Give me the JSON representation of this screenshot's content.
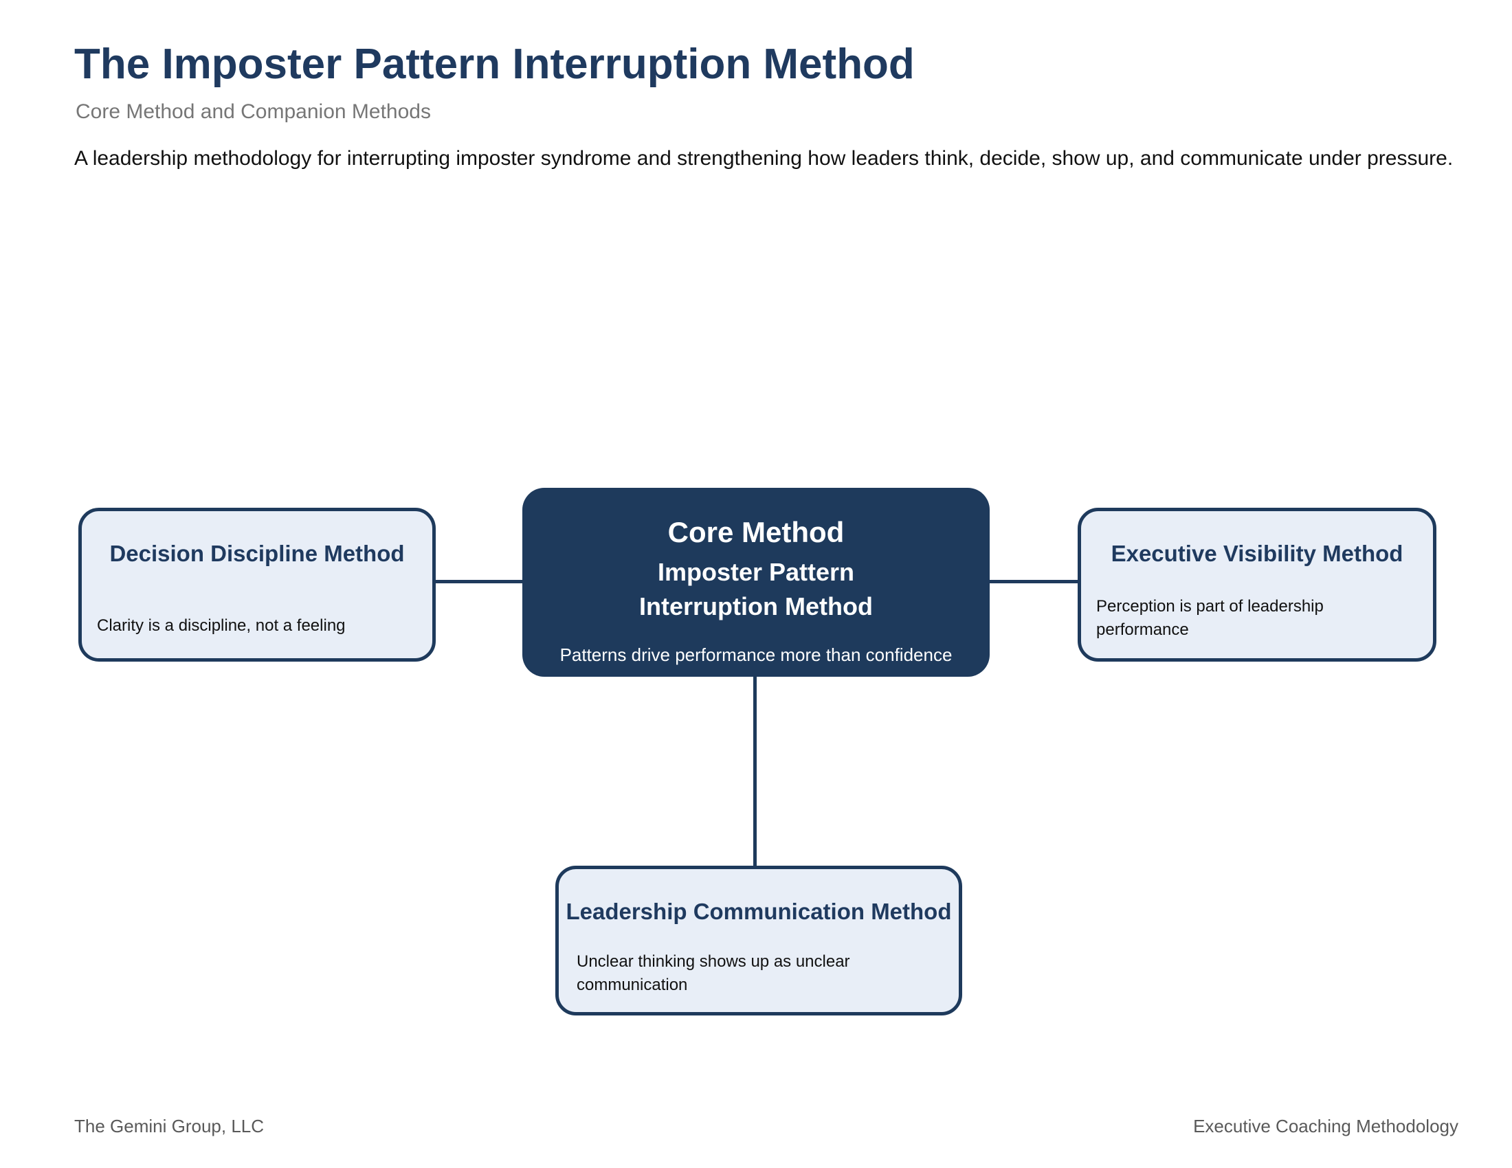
{
  "page": {
    "title": "The Imposter Pattern Interruption Method",
    "subtitle": "Core Method and Companion Methods",
    "description": "A leadership methodology for interrupting imposter syndrome and strengthening how leaders think, decide, show up, and communicate under pressure.",
    "footer_left": "The Gemini Group, LLC",
    "footer_right": "Executive Coaching Methodology"
  },
  "diagram": {
    "core": {
      "label": "Core Method",
      "name_line1": "Imposter Pattern",
      "name_line2": "Interruption Method",
      "tagline": "Patterns drive performance more than confidence"
    },
    "companions": [
      {
        "id": "decision-discipline",
        "title": "Decision Discipline Method",
        "tagline": "Clarity is a discipline, not a feeling",
        "position": "left"
      },
      {
        "id": "executive-visibility",
        "title": "Executive Visibility Method",
        "tagline": "Perception is part of leadership performance",
        "position": "right"
      },
      {
        "id": "leadership-communication",
        "title": "Leadership Communication Method",
        "tagline": "Unclear thinking shows up as unclear communication",
        "position": "bottom"
      }
    ]
  },
  "colors": {
    "navy_fill": "#1e3a5c",
    "light_box_fill": "#e8eef7",
    "box_border": "#1e3a5c",
    "title_text": "#1f3a5f",
    "subtitle_text": "#767676",
    "body_text": "#111111",
    "footer_text": "#595959",
    "core_box_text": "#ffffff",
    "background": "#ffffff"
  }
}
